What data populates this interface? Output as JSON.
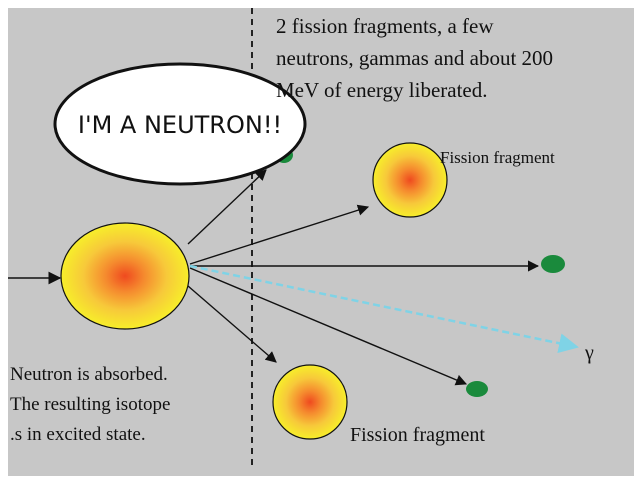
{
  "header_text": {
    "line1": "2 fission fragments, a few",
    "line2": "neutrons, gammas and about 200",
    "line3": "MeV of energy liberated."
  },
  "speech_bubble": {
    "text": "I'M A NEUTRON!!"
  },
  "fragment_labels": {
    "top": "Fission fragment",
    "bottom": "Fission fragment"
  },
  "absorbed_text": {
    "line1": "Neutron is absorbed.",
    "line2": "The resulting isotope",
    "line3": ".s in excited state."
  },
  "gamma_label": "γ",
  "colors": {
    "background": "#c7c7c7",
    "nucleus_outer": "#f4ea2a",
    "nucleus_mid": "#f7b53a",
    "nucleus_core": "#ef5a25",
    "neutron": "#1a8a3c",
    "gamma_ray": "#7fd3e6",
    "arrow": "#111111",
    "divider": "#222222"
  }
}
